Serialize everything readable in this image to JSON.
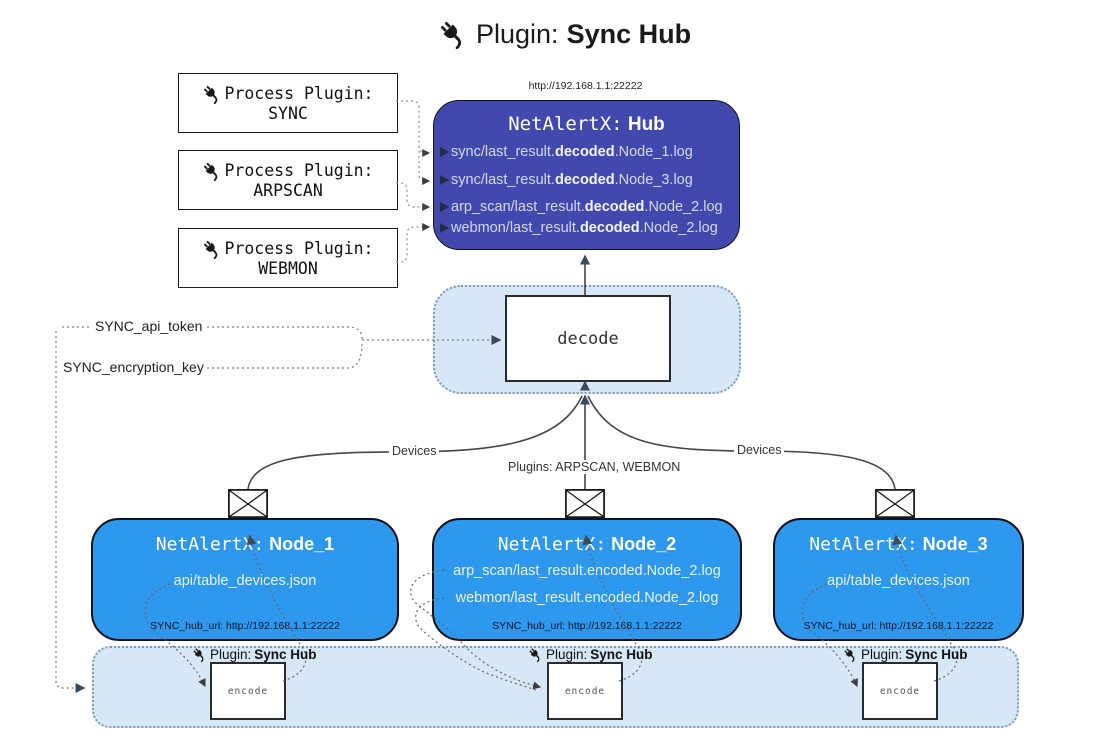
{
  "title": {
    "prefix": "Plugin:",
    "name": "Sync Hub"
  },
  "hub": {
    "url": "http://192.168.1.1:22222",
    "prefix": "NetAlertX:",
    "name": "Hub",
    "logs": [
      {
        "pre": "sync/last_result.",
        "bold": "decoded",
        "post": ".Node_1.log"
      },
      {
        "pre": "sync/last_result.",
        "bold": "decoded",
        "post": ".Node_3.log"
      },
      {
        "pre": "arp_scan/last_result.",
        "bold": "decoded",
        "post": ".Node_2.log"
      },
      {
        "pre": "webmon/last_result.",
        "bold": "decoded",
        "post": ".Node_2.log"
      }
    ]
  },
  "process_plugins": [
    {
      "label": "Process Plugin:",
      "name": "SYNC"
    },
    {
      "label": "Process Plugin:",
      "name": "ARPSCAN"
    },
    {
      "label": "Process Plugin:",
      "name": "WEBMON"
    }
  ],
  "decode_label": "decode",
  "secrets": {
    "api_token": "SYNC_api_token",
    "encryption_key": "SYNC_encryption_key"
  },
  "edge_labels": {
    "devices_left": "Devices",
    "devices_right": "Devices",
    "plugins_mid": "Plugins: ARPSCAN, WEBMON"
  },
  "nodes": [
    {
      "prefix": "NetAlertX:",
      "name": "Node_1",
      "files": [
        "api/table_devices.json"
      ],
      "hub_url": "SYNC_hub_url: http://192.168.1.1:22222"
    },
    {
      "prefix": "NetAlertX:",
      "name": "Node_2",
      "files": [
        "arp_scan/last_result.encoded.Node_2.log",
        "webmon/last_result.encoded.Node_2.log"
      ],
      "hub_url": "SYNC_hub_url: http://192.168.1.1:22222"
    },
    {
      "prefix": "NetAlertX:",
      "name": "Node_3",
      "files": [
        "api/table_devices.json"
      ],
      "hub_url": "SYNC_hub_url: http://192.168.1.1:22222"
    }
  ],
  "encode_band": {
    "plugin_prefix": "Plugin:",
    "plugin_name": "Sync Hub",
    "encode_label": "encode"
  },
  "icons": {
    "title_icon": "plug-icon",
    "plugin_icon": "plug-icon",
    "node_mail_icon": "envelope-icon"
  },
  "colors": {
    "hub_fill": "#4149ac",
    "node_fill": "#2e97ee",
    "band_fill": "#d6e7f8",
    "band_border": "#7f99b6",
    "hub_text": "#d5d9f0",
    "line": "#454545",
    "arrow_big": "#3b4a5c",
    "arrow_small": "#3d3d3d"
  }
}
